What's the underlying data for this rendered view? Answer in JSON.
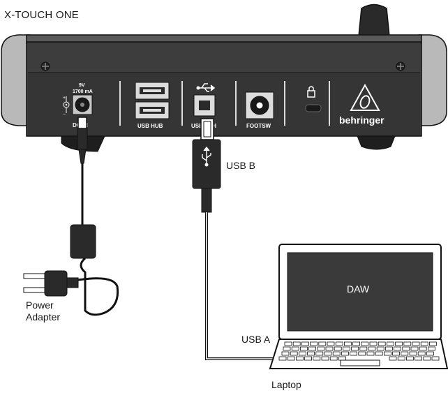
{
  "device": {
    "title": "X-TOUCH ONE",
    "dc_in": {
      "voltage": "9V",
      "current": "1700 mA",
      "label": "DC IN"
    },
    "usb_hub_label": "USB HUB",
    "usb_midi_label": "USB MIDI",
    "footsw_label": "FOOTSW",
    "brand": "behringer"
  },
  "cables": {
    "usb_b": "USB B",
    "usb_a": "USB A",
    "power_adapter": [
      "Power",
      "Adapter"
    ]
  },
  "laptop": {
    "label": "Laptop",
    "screen_text": "DAW"
  },
  "colors": {
    "panel": "#3d3d3d",
    "panel_dark": "#1e1e1e",
    "side_caps": "#b9b9b9",
    "laptop_screen": "#3a3a3a",
    "outline": "#111111"
  }
}
